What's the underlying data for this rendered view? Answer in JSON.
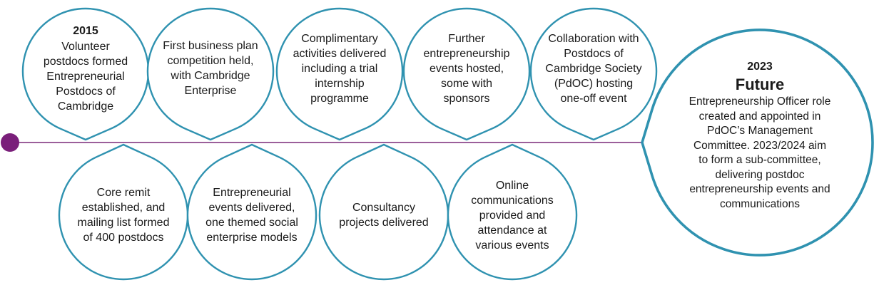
{
  "colors": {
    "stroke": "#2f92b0",
    "timeline": "#7a2a79",
    "start_dot": "#7a1f7a"
  },
  "milestones_top": [
    {
      "year": "2015",
      "text": "Volunteer\npostdocs formed\nEntrepreneurial\nPostdocs of\nCambridge"
    },
    {
      "year": "",
      "text": "First business plan\ncompetition held,\nwith Cambridge\nEnterprise"
    },
    {
      "year": "",
      "text": "Complimentary\nactivities delivered\nincluding a trial\ninternship\nprogramme"
    },
    {
      "year": "",
      "text": "Further\nentrepreneurship\nevents hosted,\nsome with\nsponsors"
    },
    {
      "year": "",
      "text": "Collaboration with\nPostdocs of\nCambridge Society\n(PdOC) hosting\none-off event"
    }
  ],
  "milestones_bottom": [
    {
      "text": "Core remit\nestablished, and\nmailing list formed\nof 400 postdocs"
    },
    {
      "text": "Entrepreneurial\nevents delivered,\none themed social\nenterprise models"
    },
    {
      "text": "Consultancy\nprojects delivered"
    },
    {
      "text": "Online\ncommunications\nprovided and\nattendance at\nvarious events"
    }
  ],
  "future": {
    "year": "2023",
    "heading": "Future",
    "text": "Entrepreneurship Officer role\ncreated and appointed in\nPdOC’s Management\nCommittee. 2023/2024 aim\nto form a sub-committee,\ndelivering postdoc\nentrepreneurship events and\ncommunications"
  }
}
